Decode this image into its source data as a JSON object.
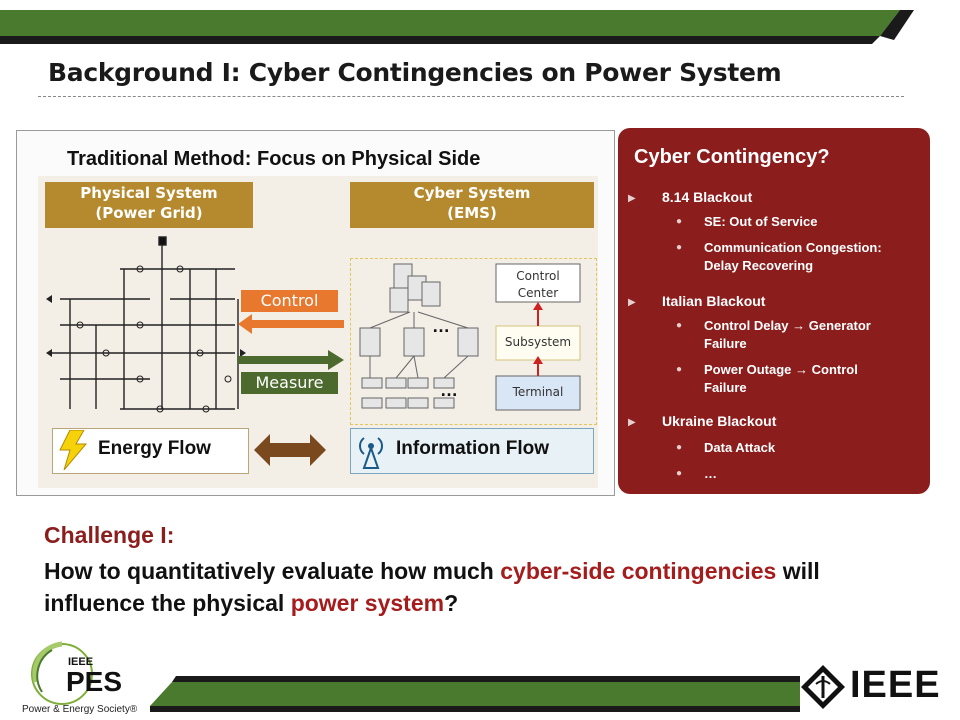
{
  "slide": {
    "title": "Background I: Cyber Contingencies on Power System"
  },
  "figure": {
    "title": "Traditional Method: Focus on Physical Side",
    "physical_header_line1": "Physical System",
    "physical_header_line2": "(Power Grid)",
    "cyber_header_line1": "Cyber System",
    "cyber_header_line2": "(EMS)",
    "control_label": "Control",
    "measure_label": "Measure",
    "energy_flow": "Energy Flow",
    "information_flow": "Information Flow",
    "ems": {
      "control_center_line1": "Control",
      "control_center_line2": "Center",
      "subsystem": "Subsystem",
      "terminal": "Terminal",
      "ellipsis": "…"
    }
  },
  "panel": {
    "title": "Cyber Contingency?",
    "items": [
      {
        "label": "8.14 Blackout",
        "subs": [
          [
            "SE: Out of Service"
          ],
          [
            "Communication  Congestion:",
            "Delay Recovering"
          ]
        ]
      },
      {
        "label": "Italian Blackout",
        "subs": [
          [
            "Control Delay → Generator",
            "Failure"
          ],
          [
            "Power Outage → Control",
            "Failure"
          ]
        ]
      },
      {
        "label": "Ukraine Blackout",
        "subs": [
          [
            "Data Attack"
          ],
          [
            "…"
          ]
        ]
      }
    ]
  },
  "challenge": {
    "title": "Challenge I:",
    "line1_a": "How to quantitatively evaluate how much ",
    "line1_highlight": "cyber-side contingencies",
    "line1_b": " will",
    "line2_a": "influence the physical ",
    "line2_highlight": "power system",
    "line2_b": "?"
  },
  "logos": {
    "pes_small": "IEEE",
    "pes_big": "PES",
    "pes_tagline": "Power & Energy Society®",
    "ieee": "IEEE"
  },
  "colors": {
    "banner_green": "#4a7a2e",
    "panel_red": "#8b1d1d",
    "header_gold": "#b58a2e",
    "control_orange": "#e8782e",
    "measure_green": "#4d6a2e"
  }
}
